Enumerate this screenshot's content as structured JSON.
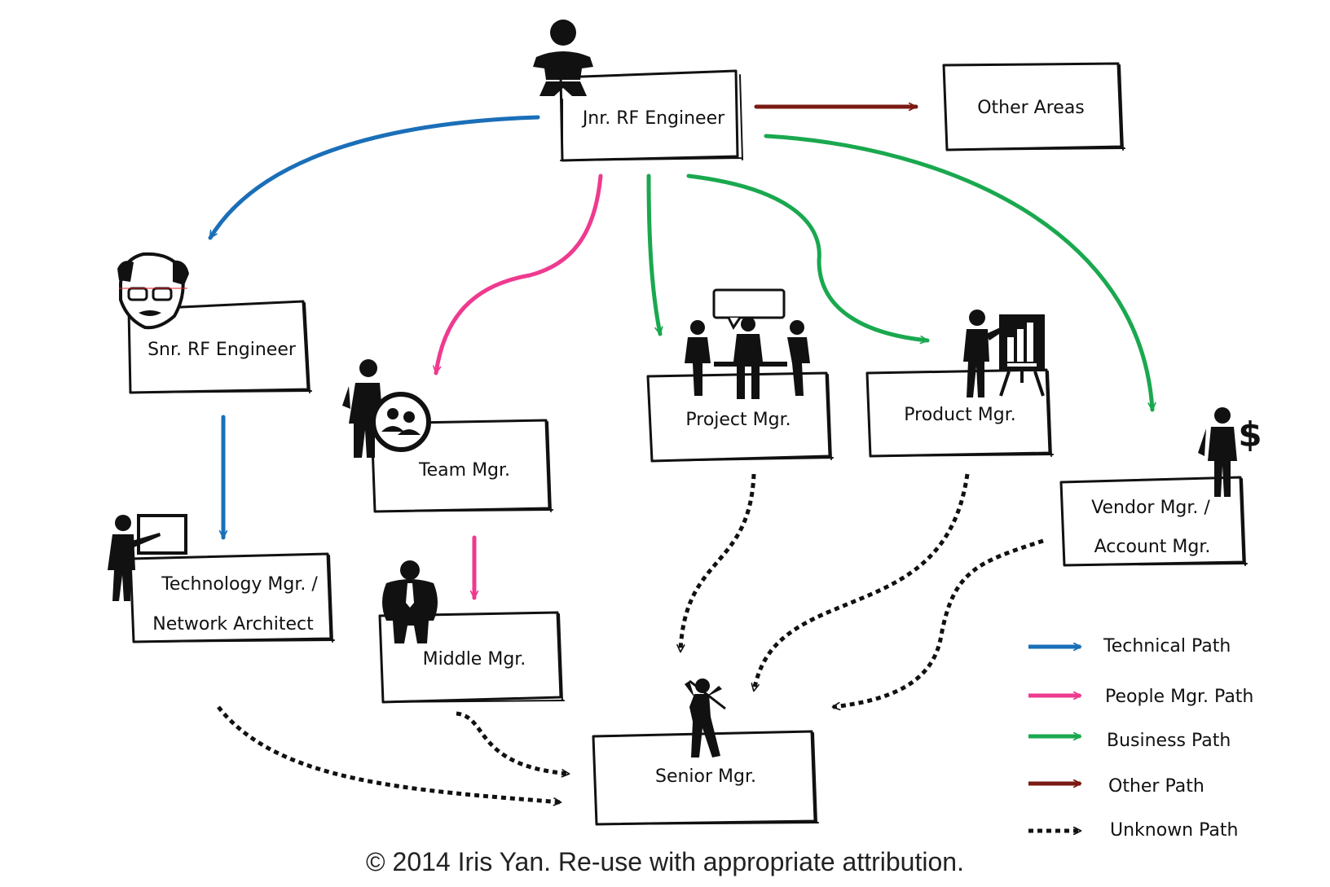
{
  "boxes": {
    "jnr_rf_engineer": {
      "label": "Jnr. RF Engineer"
    },
    "other_areas": {
      "label": "Other Areas"
    },
    "snr_rf_engineer": {
      "label": "Snr. RF Engineer"
    },
    "team_mgr": {
      "label": "Team Mgr."
    },
    "project_mgr": {
      "label": "Project Mgr."
    },
    "product_mgr": {
      "label": "Product Mgr."
    },
    "vendor_mgr": {
      "line1": "Vendor Mgr. /",
      "line2": "Account Mgr."
    },
    "technology_mgr": {
      "line1": "Technology Mgr. /",
      "line2": "Network Architect"
    },
    "middle_mgr": {
      "label": "Middle Mgr."
    },
    "senior_mgr": {
      "label": "Senior Mgr."
    }
  },
  "icons": [
    "baby-icon",
    "bald-engineer-icon",
    "team-manager-icon",
    "meeting-icon",
    "presenter-chart-icon",
    "businessman-dollar-icon",
    "teacher-board-icon",
    "stout-manager-icon",
    "golfer-icon"
  ],
  "legend": {
    "technical": {
      "label": "Technical Path",
      "color": "#1a6fb8"
    },
    "people": {
      "label": "People Mgr. Path",
      "color": "#ee3a8f"
    },
    "business": {
      "label": "Business Path",
      "color": "#1aa84f"
    },
    "other": {
      "label": "Other Path",
      "color": "#7a1a12"
    },
    "unknown": {
      "label": "Unknown Path",
      "color": "#111111"
    }
  },
  "copyright": "© 2014 Iris Yan. Re-use with appropriate attribution."
}
